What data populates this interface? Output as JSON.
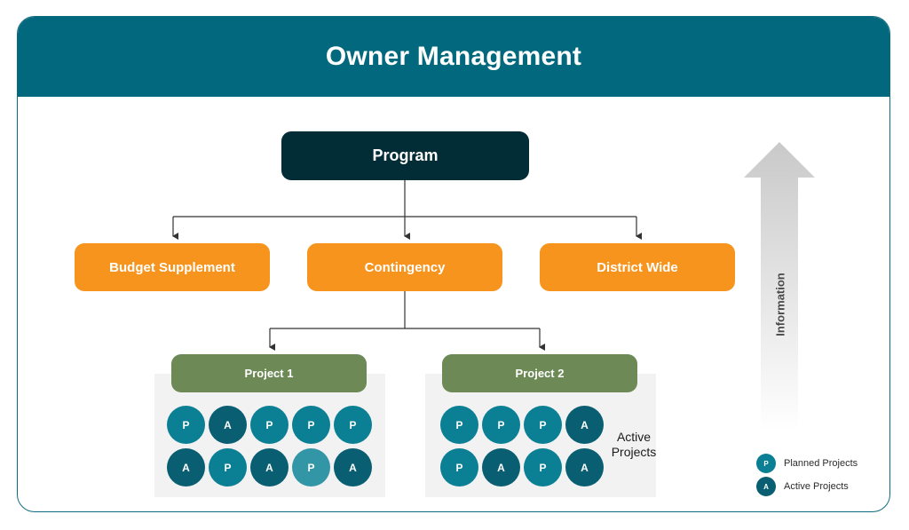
{
  "header": {
    "title": "Owner Management"
  },
  "program": {
    "label": "Program"
  },
  "categories": [
    {
      "label": "Budget Supplement"
    },
    {
      "label": "Contingency"
    },
    {
      "label": "District Wide"
    }
  ],
  "projects": [
    {
      "label": "Project 1",
      "rows": [
        [
          "P",
          "A",
          "P",
          "P",
          "P"
        ],
        [
          "A",
          "P",
          "A",
          "P",
          "A"
        ]
      ]
    },
    {
      "label": "Project 2",
      "rows": [
        [
          "P",
          "P",
          "P",
          "A"
        ],
        [
          "P",
          "A",
          "P",
          "A"
        ]
      ]
    }
  ],
  "active_projects_label": "Active Projects",
  "information_label": "Information",
  "legend": [
    {
      "letter": "P",
      "label": "Planned Projects"
    },
    {
      "letter": "A",
      "label": "Active Projects"
    }
  ],
  "colors": {
    "header": "#02687d",
    "program": "#032d36",
    "category": "#f7941d",
    "project": "#6d8a56",
    "planned": "#0b7f94",
    "active": "#0a5e71"
  }
}
